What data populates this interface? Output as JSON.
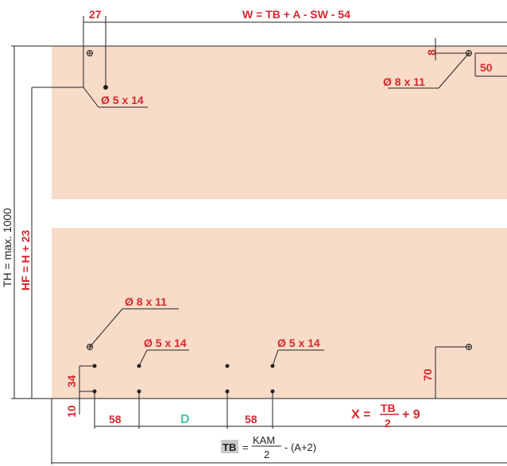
{
  "colors": {
    "panel": "#f8dcc8",
    "red": "#d7262e",
    "green": "#44c6a4",
    "line": "#222222",
    "tb_highlight": "#c9c9c9"
  },
  "labels": {
    "dim_27": "27",
    "width_formula": "W = TB + A - SW - 54",
    "dim_8": "8",
    "dim_50": "50",
    "hole_top_right": "Ø 8 x 11",
    "hole_top_left": "Ø 5 x 14",
    "total_height": "TH = max. 1000",
    "front_height": "HF = H + 23",
    "hole_lower_left_large": "Ø 8 x 11",
    "hole_lower_small_1": "Ø 5 x 14",
    "hole_lower_small_2": "Ø 5 x 14",
    "dim_34": "34",
    "dim_10": "10",
    "dim_58_left": "58",
    "dim_D": "D",
    "dim_58_right": "58",
    "dim_70": "70",
    "x_formula_prefix": "X =",
    "x_formula_num": "TB",
    "x_formula_den": "2",
    "x_formula_suffix": "+ 9",
    "tb_formula_tb": "TB",
    "tb_formula_eq": "=",
    "tb_formula_num": "KAM",
    "tb_formula_den": "2",
    "tb_formula_suffix": "- (A+2)"
  }
}
